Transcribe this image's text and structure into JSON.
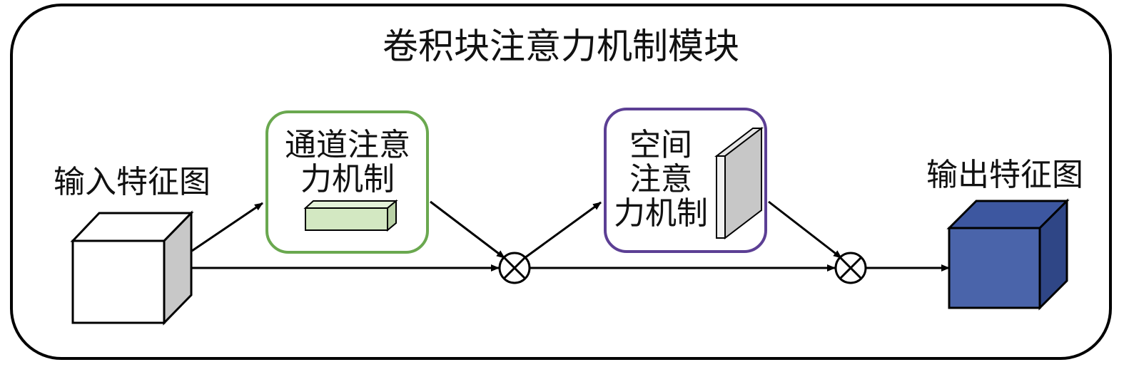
{
  "title": "卷积块注意力机制模块",
  "input_label": "输入特征图",
  "output_label": "输出特征图",
  "channel_attention": {
    "line1": "通道注意",
    "line2": "力机制",
    "border_color": "#6aa84f",
    "block_color": "#d3e8c2"
  },
  "spatial_attention": {
    "line1": "空间",
    "line2": "注意",
    "line3": "力机制",
    "border_color": "#5c3f94",
    "block_color": "#c7c7c7"
  },
  "colors": {
    "input_cube_front": "#ffffff",
    "input_cube_side": "#c8c8c8",
    "output_cube_front": "#4a64aa",
    "output_cube_top": "#3d57a0",
    "output_cube_side": "#2f4686"
  },
  "operators": {
    "multiply_symbol": "⊗"
  }
}
